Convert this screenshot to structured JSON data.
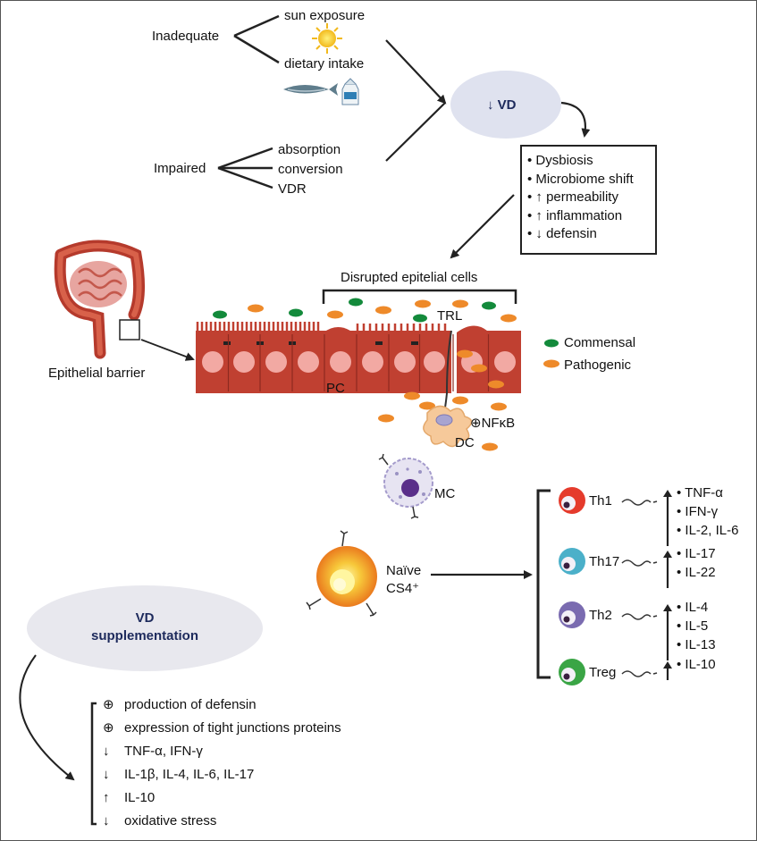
{
  "causes": {
    "inadequate": {
      "label": "Inadequate",
      "items": [
        "sun exposure",
        "dietary intake"
      ]
    },
    "impaired": {
      "label": "Impaired",
      "items": [
        "absorption",
        "conversion",
        "VDR"
      ]
    }
  },
  "vd_low": {
    "label": "↓ VD"
  },
  "effects": [
    "• Dysbiosis",
    "• Microbiome shift",
    "• ↑ permeability",
    "• ↑ inflammation",
    "• ↓ defensin"
  ],
  "barrier": {
    "disrupted_label": "Disrupted epitelial cells",
    "trl": "TRL",
    "pc": "PC",
    "epithelial_label": "Epithelial barrier",
    "legend": {
      "commensal": "Commensal",
      "pathogenic": "Pathogenic"
    },
    "dc": "DC",
    "nfkb": "⊕NFκB",
    "mc": "MC"
  },
  "naive": {
    "line1": "Naïve",
    "line2": "CS4⁺"
  },
  "th_cells": [
    {
      "name": "Th1",
      "cytokines": [
        "• TNF-α",
        "• IFN-γ",
        "• IL-2, IL-6"
      ],
      "color": "#e53b2c"
    },
    {
      "name": "Th17",
      "cytokines": [
        "• IL-17",
        "• IL-22"
      ],
      "color": "#4bb0c9"
    },
    {
      "name": "Th2",
      "cytokines": [
        "• IL-4",
        "• IL-5",
        "• IL-13"
      ],
      "color": "#7a6bb0"
    },
    {
      "name": "Treg",
      "cytokines": [
        "• IL-10"
      ],
      "color": "#3aa545"
    }
  ],
  "supplementation": {
    "title_line1": "VD",
    "title_line2": "supplementation",
    "effects": [
      {
        "symbol": "⊕",
        "text": "production of defensin"
      },
      {
        "symbol": "⊕",
        "text": "expression of tight junctions proteins"
      },
      {
        "symbol": "↓",
        "text": "TNF-α, IFN-γ"
      },
      {
        "symbol": "↓",
        "text": "IL-1β, IL-4, IL-6, IL-17"
      },
      {
        "symbol": "↑",
        "text": "IL-10"
      },
      {
        "symbol": "↓",
        "text": "oxidative stress"
      }
    ]
  }
}
